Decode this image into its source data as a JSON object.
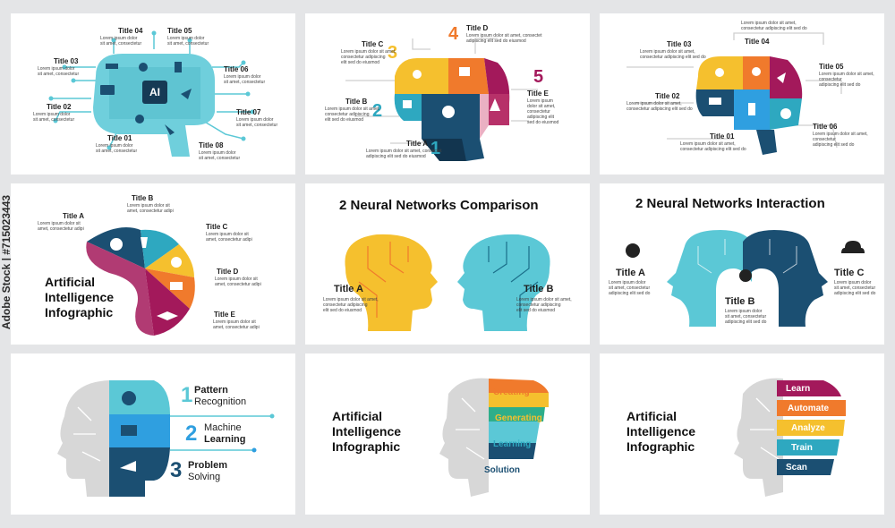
{
  "watermark": "Adobe Stock | #715023443",
  "colors": {
    "cyan": "#5bc8d6",
    "teal": "#2ea8c0",
    "navy": "#1b4f72",
    "yellow": "#f5c02e",
    "orange": "#f07a2c",
    "magenta": "#a3195b",
    "blue": "#2f9fe0",
    "green": "#2db37a",
    "red": "#e23a3a",
    "gray": "#d7d7d7"
  },
  "panel1": {
    "chip": "AI",
    "items": [
      {
        "title": "Title 04",
        "desc": "Lorem ipsum dolor\nsit amet, consectetur"
      },
      {
        "title": "Title 05",
        "desc": "Lorem ipsum dolor\nsit amet, consectetur"
      },
      {
        "title": "Title 03",
        "desc": "Lorem ipsum dolor\nsit amet, consectetur"
      },
      {
        "title": "Title 06",
        "desc": "Lorem ipsum dolor\nsit amet, consectetur"
      },
      {
        "title": "Title 02",
        "desc": "Lorem ipsum dolor\nsit amet, consectetur"
      },
      {
        "title": "Title 07",
        "desc": "Lorem ipsum dolor\nsit amet, consectetur"
      },
      {
        "title": "Title 01",
        "desc": "Lorem ipsum dolor\nsit amet, consectetur"
      },
      {
        "title": "Title 08",
        "desc": "Lorem ipsum dolor\nsit amet, consectetur"
      }
    ]
  },
  "panel2": {
    "items": [
      {
        "num": "4",
        "title": "Title D",
        "desc": "Lorem ipsum dolor sit amet, consectet\nadipiscing elit sed do eiusmod"
      },
      {
        "num": "3",
        "title": "Title C",
        "desc": "Lorem ipsum dolor sit amet,\nconsectetur adipiscing\nelit sed do eiusmod"
      },
      {
        "num": "5",
        "title": "Title E",
        "desc": "Lorem ipsum\ndolor sit amet,\nconsectetur\nadipiscing elit\nsed do eiusmod"
      },
      {
        "num": "2",
        "title": "Title B",
        "desc": "Lorem ipsum dolor sit amet,\nconsectetur adipiscing\nelit sed do eiusmod"
      },
      {
        "num": "1",
        "title": "Title A",
        "desc": "Lorem ipsum dolor sit amet, consectet\nadipiscing elit sed do eiusmod"
      }
    ]
  },
  "panel3": {
    "items": [
      {
        "title": "Title 03",
        "desc": "Lorem ipsum dolor sit amet,\nconsectetur adipiscing elit sed do"
      },
      {
        "title": "Title 04",
        "desc": "Lorem ipsum dolor sit amet,\nconsectetur adipiscing elit sed do"
      },
      {
        "title": "Title 05",
        "desc": "Lorem ipsum dolor sit amet,\nconsectetur\nadipiscing elit sed do"
      },
      {
        "title": "Title 02",
        "desc": "Lorem ipsum dolor sit amet,\nconsectetur adipiscing elit sed do"
      },
      {
        "title": "Title 06",
        "desc": "Lorem ipsum dolor sit amet,\nconsectetur\nadipiscing elit sed do"
      },
      {
        "title": "Title 01",
        "desc": "Lorem ipsum dolor sit amet,\nconsectetur adipiscing elit sed do"
      }
    ]
  },
  "panel4": {
    "heading": [
      "Artificial",
      "Intelligence",
      "Infographic"
    ],
    "items": [
      {
        "title": "Title A",
        "desc": "Lorem ipsum dolor sit\namet, consectetur adipi"
      },
      {
        "title": "Title B",
        "desc": "Lorem ipsum dolor sit\namet, consectetur adipi"
      },
      {
        "title": "Title C",
        "desc": "Lorem ipsum dolor sit\namet, consectetur adipi"
      },
      {
        "title": "Title D",
        "desc": "Lorem ipsum dolor sit\namet, consectetur adipi"
      },
      {
        "title": "Title E",
        "desc": "Lorem ipsum dolor sit\namet, consectetur adipi"
      }
    ]
  },
  "panel5": {
    "heading": "2 Neural Networks Comparison",
    "items": [
      {
        "title": "Title A",
        "desc": "Lorem ipsum dolor sit amet,\nconsectetur adipiscing\nelit sed do eiusmod"
      },
      {
        "title": "Title B",
        "desc": "Lorem ipsum dolor sit amet,\nconsectetur adipiscing\nelit sed do eiusmod"
      }
    ]
  },
  "panel6": {
    "heading": "2 Neural Networks Interaction",
    "items": [
      {
        "title": "Title A",
        "desc": "Lorem ipsum dolor\nsit amet, consectetur\nadipiscing elit sed do"
      },
      {
        "title": "Title B",
        "desc": "Lorem ipsum dolor\nsit amet, consectetur\nadipiscing elit sed do"
      },
      {
        "title": "Title C",
        "desc": "Lorem ipsum dolor\nsit amet, consectetur\nadipiscing elit sed do"
      }
    ]
  },
  "panel7": {
    "steps": [
      {
        "num": "1",
        "title": "Pattern",
        "sub": "Recognition"
      },
      {
        "num": "2",
        "title": "Learning",
        "sub": "Machine"
      },
      {
        "num": "3",
        "title": "Problem",
        "sub": "Solving"
      }
    ]
  },
  "panel8": {
    "heading": [
      "Artificial",
      "Intelligence",
      "Infographic"
    ],
    "bands": [
      "Creating",
      "Generating",
      "Learning",
      "Solution"
    ]
  },
  "panel9": {
    "heading": [
      "Artificial",
      "Intelligence",
      "Infographic"
    ],
    "bands": [
      "Learn",
      "Automate",
      "Analyze",
      "Train",
      "Scan"
    ]
  }
}
